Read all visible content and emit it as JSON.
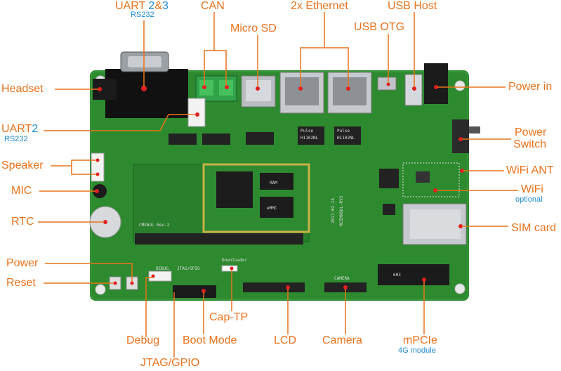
{
  "accent_color": "#e8721c",
  "sub_color": "#1f8ad0",
  "board_color": "#2d8a2f",
  "labels": {
    "uart23_a": "UART ",
    "uart23_b": "2",
    "uart23_c": "&",
    "uart23_d": "3",
    "uart23_sub": "RS232",
    "can": "CAN",
    "ethernet": "2x Ethernet",
    "usb_host": "USB Host",
    "micro_sd": "Micro SD",
    "usb_otg": "USB OTG",
    "headset": "Headset",
    "power_in": "Power in",
    "uart2_a": "UART",
    "uart2_b": "2",
    "uart2_sub": "RS232",
    "power_switch_1": "Power",
    "power_switch_2": "Switch",
    "speaker": "Speaker",
    "wifi_ant": "WiFi ANT",
    "mic": "MIC",
    "wifi": "WiFi",
    "wifi_sub": "optional",
    "rtc": "RTC",
    "sim_card": "SIM card",
    "power": "Power",
    "reset": "Reset",
    "cap_tp": "Cap-TP",
    "debug": "Debug",
    "boot_mode": "Boot Mode",
    "lcd": "LCD",
    "camera": "Camera",
    "mpcie": "mPCIe",
    "mpcie_sub": "4G module",
    "jtag": "JTAG/GPIO"
  },
  "board_text": {
    "ram": "RAM",
    "emmc": "eMMC",
    "som": "CMX6UL Rev-2",
    "date": "2017-02-15",
    "model": "MCIMX6UL-RV3",
    "pulse1": "H1102NL",
    "pulse2": "H1102NL",
    "pulse_brand": "Pulse",
    "debug_silk": "DEBUG",
    "jtag_silk": "JTAG/GPIO",
    "downloader": "Downloader",
    "camera_silk": "CAMERA",
    "slot": "603"
  }
}
